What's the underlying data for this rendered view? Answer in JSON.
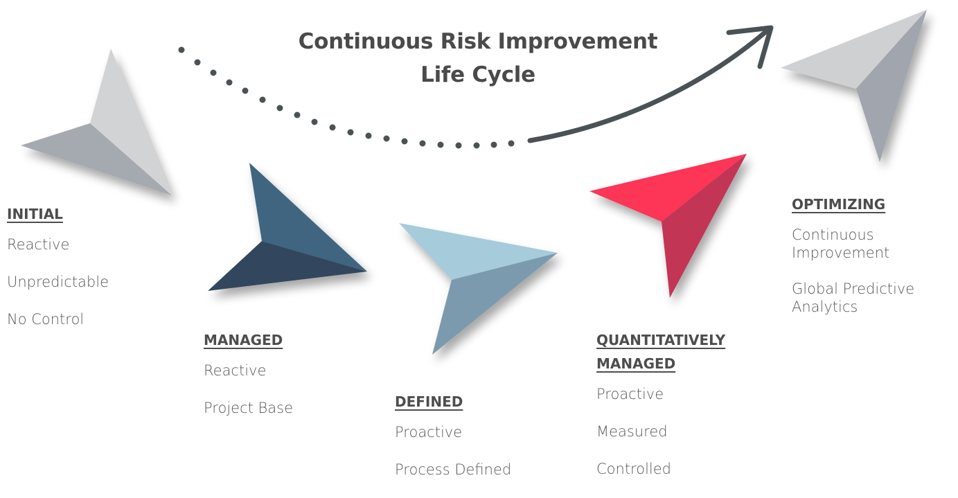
{
  "title": {
    "line1": "Continuous Risk Improvement",
    "line2": "Life Cycle"
  },
  "stages": {
    "initial": {
      "heading": "INITIAL",
      "items": [
        "Reactive",
        "Unpredictable",
        "No Control"
      ]
    },
    "managed": {
      "heading": "MANAGED",
      "items": [
        "Reactive",
        "Project Base"
      ]
    },
    "defined": {
      "heading": "DEFINED",
      "items": [
        "Proactive",
        "Process Defined"
      ]
    },
    "quantitatively_managed": {
      "heading_line1": "QUANTITATIVELY",
      "heading_line2": "MANAGED",
      "items": [
        "Proactive",
        "Measured",
        "Controlled"
      ]
    },
    "optimizing": {
      "heading": "OPTIMIZING",
      "items": [
        "Continuous Improvement",
        "Global Predictive Analytics"
      ]
    }
  },
  "colors": {
    "initial_light": "#d2d3d5",
    "initial_dark": "#a5a9b0",
    "managed_light": "#3f6580",
    "managed_dark": "#31475d",
    "defined_light": "#a6cbdb",
    "defined_dark": "#7b9aad",
    "quant_light": "#fd3656",
    "quant_dark": "#c23455",
    "optim_light": "#cfd0d2",
    "optim_dark": "#a1a5ad",
    "arrow": "#4a5255",
    "text": "#595959"
  }
}
